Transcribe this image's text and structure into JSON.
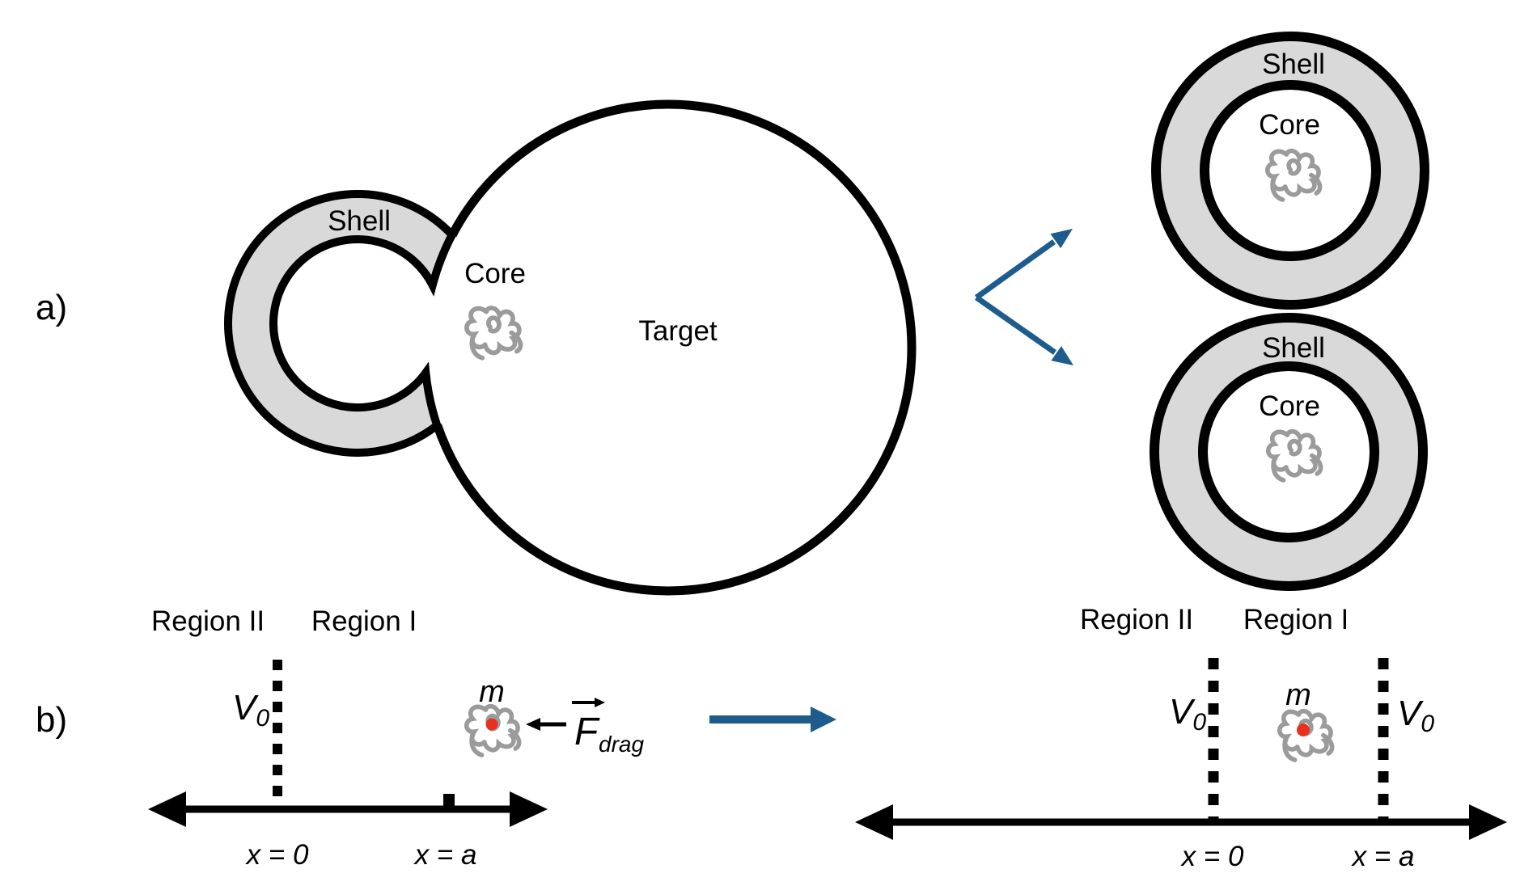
{
  "colors": {
    "black": "#000000",
    "shell_gray": "#d9d9d9",
    "polymer_gray": "#9b9b9b",
    "red_dot": "#e8301f",
    "arrow_blue": "#1e5c8e"
  },
  "panel_a": {
    "label": "a)",
    "cshell": {
      "shell_label": "Shell",
      "core_label": "Core"
    },
    "target_label": "Target",
    "products": [
      {
        "shell_label": "Shell",
        "core_label": "Core"
      },
      {
        "shell_label": "Shell",
        "core_label": "Core"
      }
    ]
  },
  "panel_b": {
    "label": "b)",
    "before": {
      "region2": "Region II",
      "region1": "Region I",
      "v0_main": "V",
      "v0_sub": "0",
      "mass": "m",
      "f_main": "F",
      "f_sub": "drag",
      "x0": "x = 0",
      "xa": "x = a"
    },
    "after": {
      "region2": "Region II",
      "region1": "Region I",
      "v0_left_main": "V",
      "v0_left_sub": "0",
      "v0_right_main": "V",
      "v0_right_sub": "0",
      "mass": "m",
      "x0": "x = 0",
      "xa": "x = a"
    }
  }
}
